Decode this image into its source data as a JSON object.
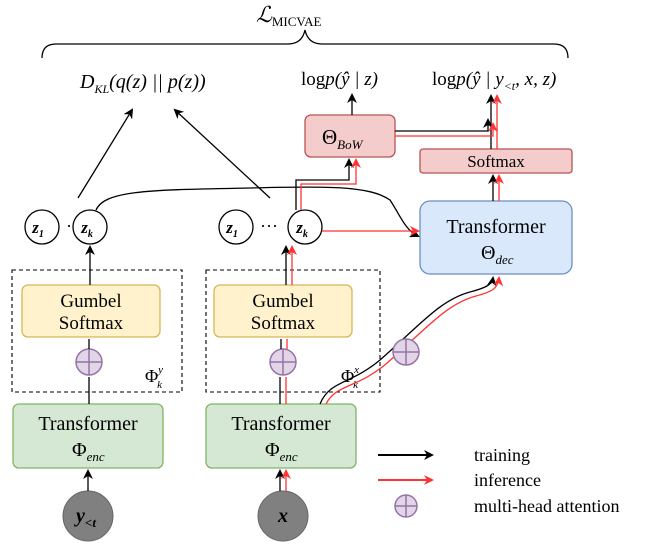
{
  "objective_label": "ℒ",
  "objective_subscript": "MICVAE",
  "kl_term": "D_KL(q(z) || p(z))",
  "kl_parts": {
    "d": "D",
    "d_sub": "KL",
    "body": "(q(z) || p(z))"
  },
  "bow_term": {
    "log": "log",
    "p": "p",
    "body": "(ŷ | z)"
  },
  "dec_term": {
    "log": "log",
    "p": "p",
    "y": "(ŷ | y",
    "y_sub": "<t",
    "rest": ", x, z)"
  },
  "z_nodes": {
    "left": [
      "z1",
      "zk"
    ],
    "right": [
      "z1",
      "zk"
    ],
    "ellipsis": "···"
  },
  "z_labels": {
    "z": "z",
    "sub_1": "1",
    "sub_k": "k"
  },
  "bow_box": {
    "symbol": "Θ",
    "sub": "BoW"
  },
  "softmax_box": "Softmax",
  "decoder_box": {
    "title": "Transformer",
    "symbol": "Θ",
    "sub": "dec"
  },
  "gumbel_box": {
    "line1": "Gumbel",
    "line2": "Softmax"
  },
  "phi_y": {
    "symbol": "Φ",
    "sub": "k",
    "sup": "y"
  },
  "phi_x": {
    "symbol": "Φ",
    "sub": "k",
    "sup": "x"
  },
  "encoder_box": {
    "title": "Transformer",
    "symbol": "Φ",
    "sub": "enc"
  },
  "inputs": {
    "y": "y",
    "y_sub": "<t",
    "x": "x"
  },
  "legend": {
    "training": "training",
    "inference": "inference",
    "attention": "multi-head attention"
  },
  "colors": {
    "bow_fill": "#f4cccc",
    "bow_stroke": "#b85450",
    "dec_fill": "#dae8fc",
    "dec_stroke": "#6c8ebf",
    "gumbel_fill": "#fff2cc",
    "gumbel_stroke": "#d6b656",
    "enc_fill": "#d5e8d4",
    "enc_stroke": "#82b366",
    "input_fill": "#808080",
    "attention_fill": "#e1d5e7",
    "attention_stroke": "#9673a6",
    "training_arrow": "#000000",
    "inference_arrow": "#ff3333"
  }
}
